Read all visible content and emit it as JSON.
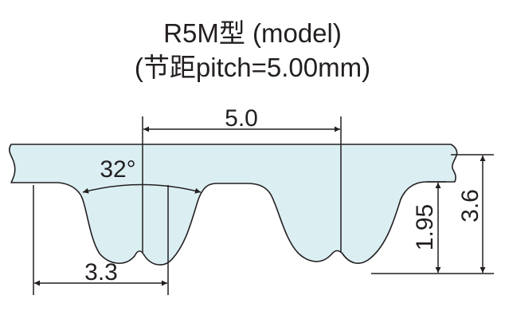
{
  "title": {
    "line1": "R5M型 (model)",
    "line2": "(节距pitch=5.00mm)"
  },
  "dimensions": {
    "pitch": "5.0",
    "tooth_angle": "32°",
    "tooth_width": "3.3",
    "tooth_height": "1.95",
    "total_height": "3.6"
  },
  "colors": {
    "belt_fill": "#dbeff3",
    "line": "#231f20"
  }
}
